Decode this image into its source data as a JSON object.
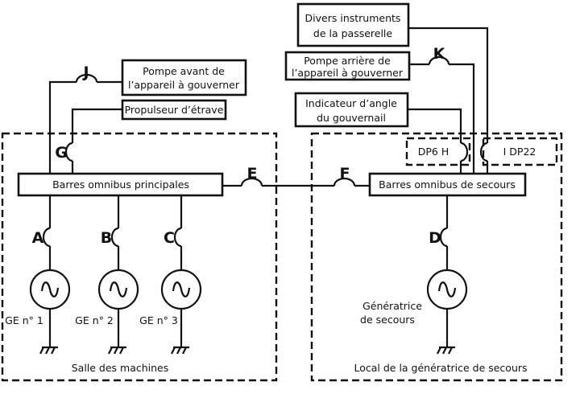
{
  "rooms": {
    "engine_room": "Salle des machines",
    "emergency_room": "Local de la génératrice de secours"
  },
  "busbars": {
    "main": "Barres omnibus principales",
    "emergency": "Barres omnibus de secours"
  },
  "loads": {
    "forward_pump": [
      "Pompe avant de",
      "l’appareil à gouverner"
    ],
    "bow_thruster": "Propulseur d’étrave",
    "bridge_instruments": [
      "Divers instruments",
      "de la passerelle"
    ],
    "aft_pump": [
      "Pompe arrière de",
      "l’appareil à gouverner"
    ],
    "rudder_indicator": [
      "Indicateur d’angle",
      "du gouvernail"
    ]
  },
  "panels": {
    "dp6h": "DP6 H",
    "idp22": "I DP22"
  },
  "breakers": {
    "A": "A",
    "B": "B",
    "C": "C",
    "D": "D",
    "E": "E",
    "F": "F",
    "G": "G",
    "J": "J",
    "K": "K"
  },
  "generators": {
    "ge1": "GE n° 1",
    "ge2": "GE n° 2",
    "ge3": "GE n° 3",
    "emergency": [
      "Génératrice",
      "de secours"
    ]
  }
}
